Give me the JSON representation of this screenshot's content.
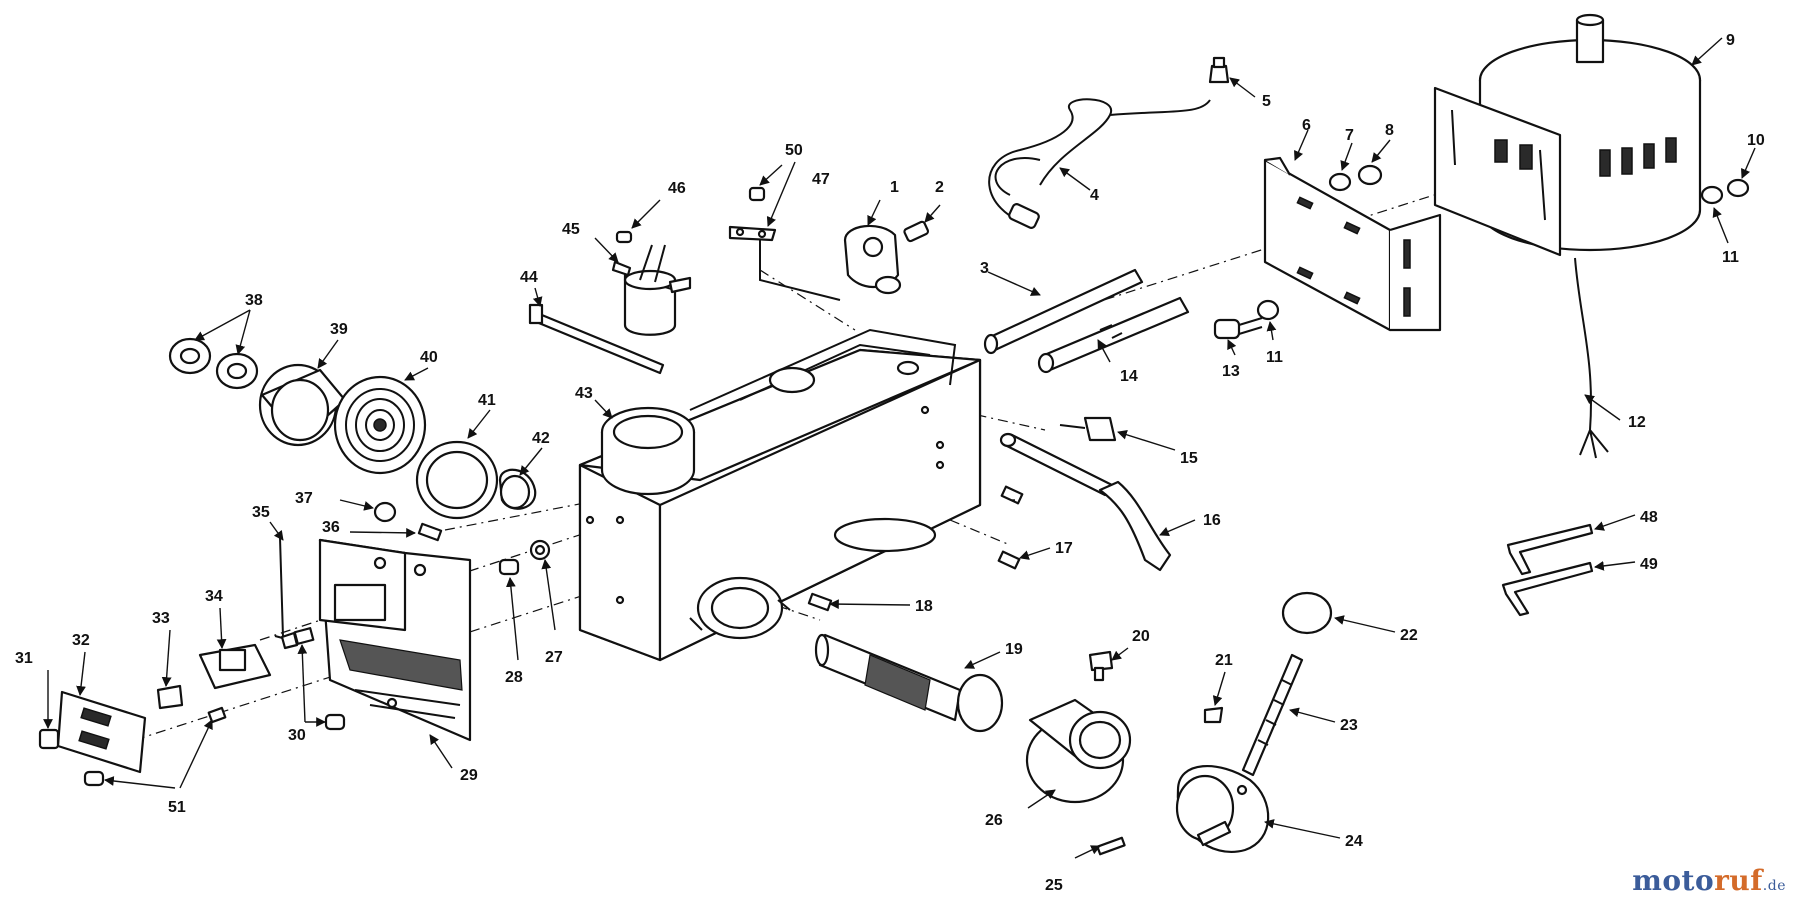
{
  "diagram": {
    "callouts": {
      "c1": "1",
      "c2": "2",
      "c3": "3",
      "c4": "4",
      "c5": "5",
      "c6": "6",
      "c7": "7",
      "c8": "8",
      "c9": "9",
      "c10": "10",
      "c11a": "11",
      "c11b": "11",
      "c12": "12",
      "c13": "13",
      "c14": "14",
      "c15": "15",
      "c16": "16",
      "c17": "17",
      "c18": "18",
      "c19": "19",
      "c20": "20",
      "c21": "21",
      "c22": "22",
      "c23": "23",
      "c24": "24",
      "c25": "25",
      "c26": "26",
      "c27": "27",
      "c28": "28",
      "c29": "29",
      "c30": "30",
      "c31": "31",
      "c32": "32",
      "c33": "33",
      "c34": "34",
      "c35": "35",
      "c36": "36",
      "c37": "37",
      "c38": "38",
      "c39": "39",
      "c40": "40",
      "c41": "41",
      "c42": "42",
      "c43": "43",
      "c44": "44",
      "c45": "45",
      "c46": "46",
      "c47": "47",
      "c48": "48",
      "c49": "49",
      "c50": "50",
      "c51": "51"
    }
  },
  "watermark": {
    "part_a": "moto",
    "part_b": "ruf",
    "part_c": ".de"
  }
}
